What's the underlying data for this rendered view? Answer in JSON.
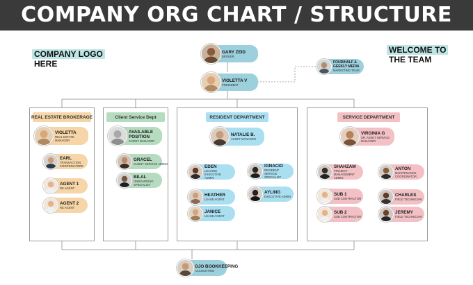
{
  "header": {
    "title": "COMPANY ORG CHART / STRUCTURE"
  },
  "logo": {
    "line1": "COMPANY LOGO",
    "line2": "HERE"
  },
  "welcome": {
    "line1": "WELCOME TO",
    "line2": "THE TEAM"
  },
  "colors": {
    "banner": "#3a3a3a",
    "beige": "#f6d5a8",
    "green": "#b6dcc0",
    "blue": "#a9dff1",
    "pink": "#f3c1c5",
    "teal": "#9cd0dc",
    "highlight": "#bfe6e6"
  },
  "top": {
    "broker": {
      "name": "GARY ZEID",
      "role": "BROKER"
    },
    "president": {
      "name": "VIOLETTA V",
      "role": "PRESIDENT"
    },
    "marketing": {
      "name": "FOUR/HALF & GEEKLY MEDIA",
      "role": "MARKETING TEAM"
    }
  },
  "departments": {
    "real_estate": {
      "label": "REAL ESTATE BROKERAGE",
      "head": {
        "name": "VIOLETTA",
        "role": "REAL ESTATE MANAGER"
      },
      "staff": [
        {
          "name": "EARL",
          "role": "TRANSACTION COORDINATORE"
        },
        {
          "name": "AGENT 1",
          "role": "RE AGENT"
        },
        {
          "name": "AGENT 2",
          "role": "RE AGENT"
        }
      ]
    },
    "client_service": {
      "label": "Client Service Dept",
      "head": {
        "name": "AVAILABLE POSITION",
        "role": "CLIENT MANAGER"
      },
      "staff": [
        {
          "name": "GRACEL",
          "role": "CLIENT SERVICE ADMIN"
        },
        {
          "name": "BILAL",
          "role": "ONBOARDING SPECIALIST"
        }
      ]
    },
    "resident": {
      "label": "RESIDENT DEPARTMENT",
      "head": {
        "name": "NATALIE B.",
        "role": "ASSET MANAGER"
      },
      "left": [
        {
          "name": "EDEN",
          "role": "LEASING EXECUTIVE ADMIN"
        },
        {
          "name": "HEATHER",
          "role": "LEASE AGENT"
        },
        {
          "name": "JANICE",
          "role": "LEASE AGENT"
        }
      ],
      "right": [
        {
          "name": "IGNACIO",
          "role": "RESIDENT SERVICE SPECIALIST"
        },
        {
          "name": "AYLING",
          "role": "EXECUTIVE ADMIN"
        }
      ]
    },
    "service": {
      "label": "SERVICE DEPARTMENT",
      "head": {
        "name": "VIRGINIA G",
        "role": "SR. ASSET SERVICE MANAGER"
      },
      "left": [
        {
          "name": "SHAHZAM",
          "role": "PROJECT MANAGEMENT ADMIN"
        },
        {
          "name": "SUB 1",
          "role": "SUB CONTRACTOR"
        },
        {
          "name": "SUB 2",
          "role": "SUB CONTRACTOR"
        }
      ],
      "right": [
        {
          "name": "ANTON",
          "role": "MAINTENANCE COORDINATOR"
        },
        {
          "name": "CHARLES",
          "role": "FIELD TECHNICIAN"
        },
        {
          "name": "JEREMY",
          "role": "FIELD TECHNICIAN"
        }
      ]
    }
  },
  "bookkeeping": {
    "name": "OJO BOOKKEEPING",
    "role": "ACCOUNTING"
  }
}
